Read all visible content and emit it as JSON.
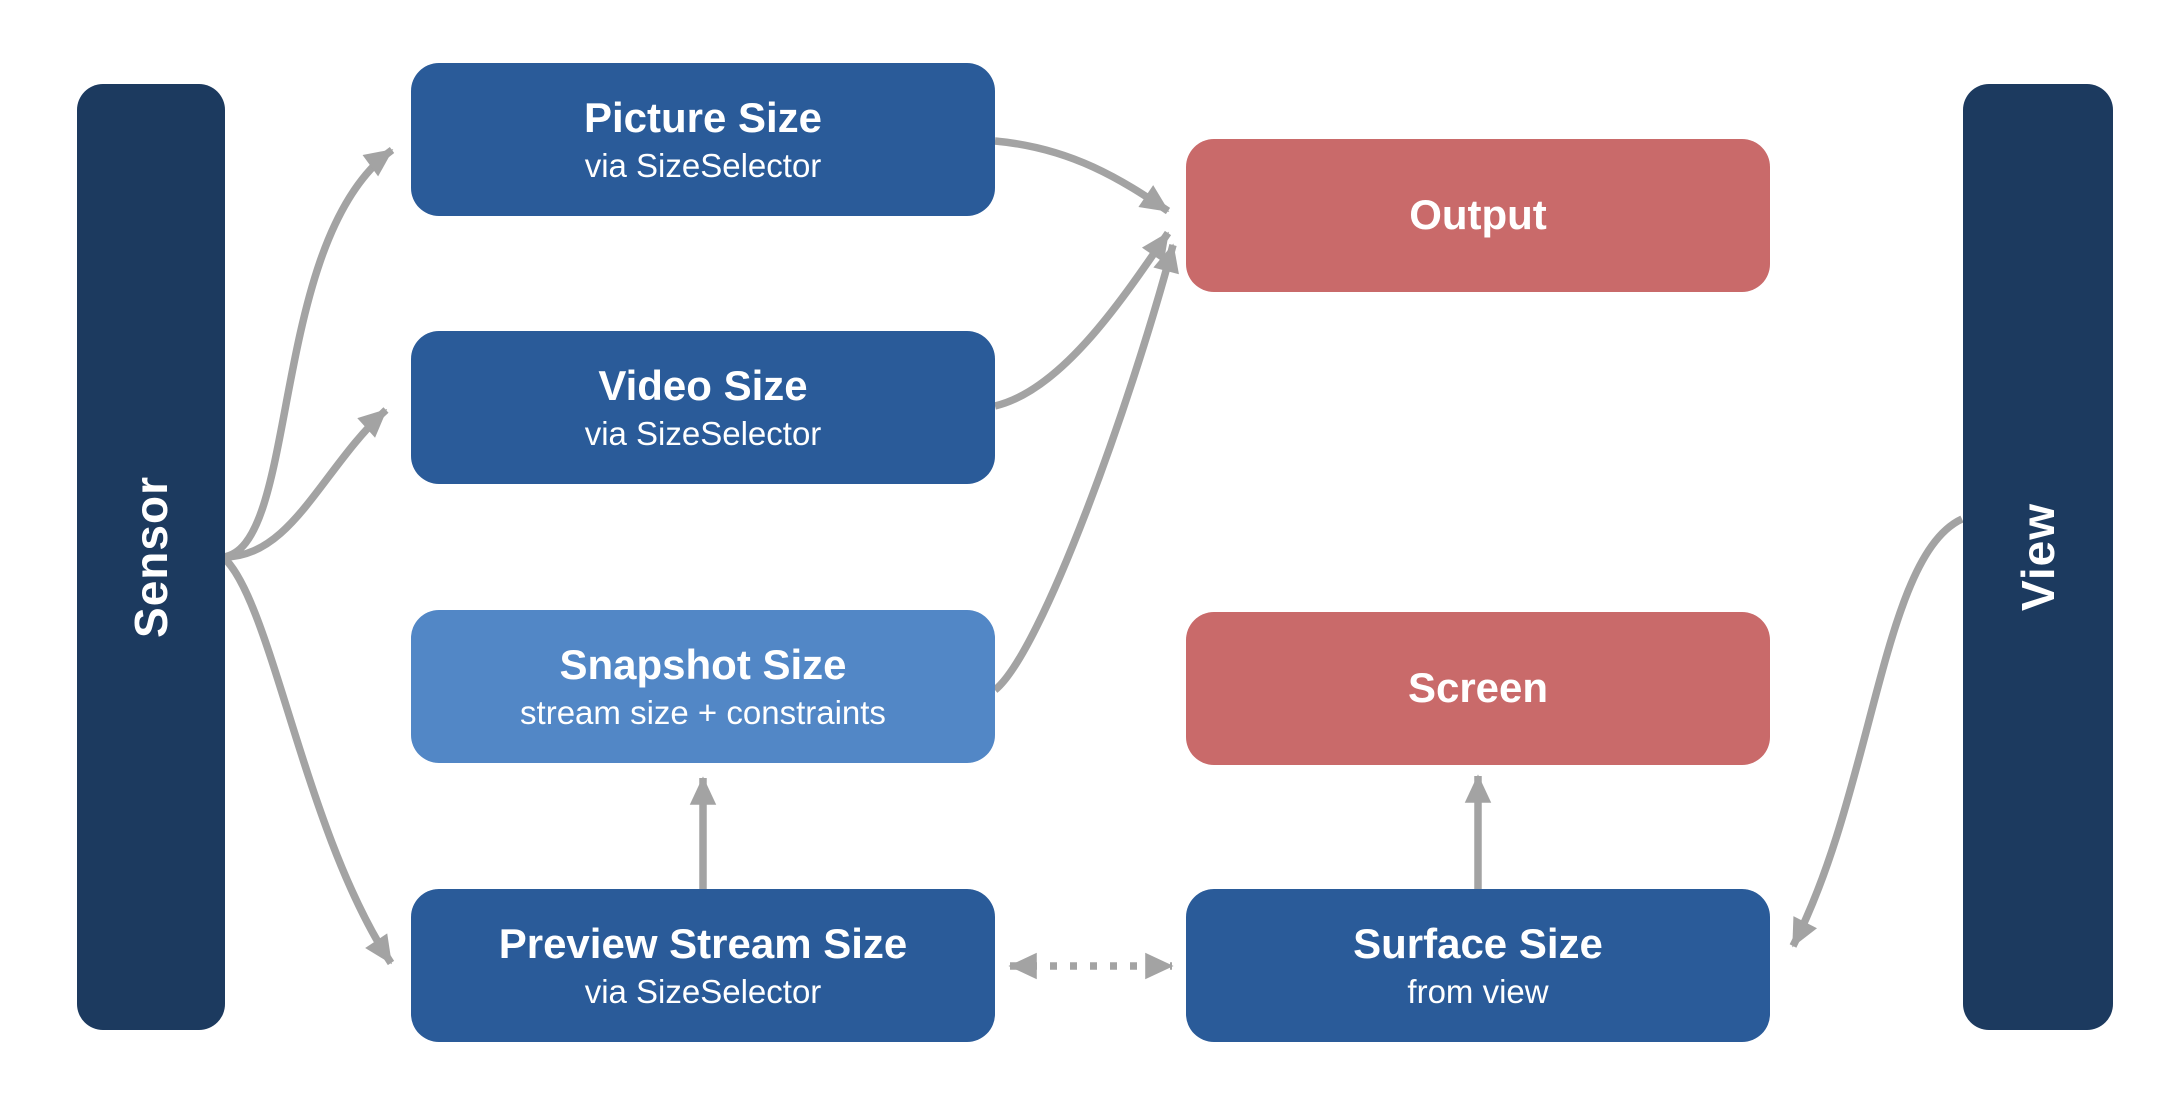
{
  "colors": {
    "dark_navy": "#1c3a5f",
    "blue": "#2a5b99",
    "light_blue": "#5287c6",
    "red": "#c96a6a",
    "arrow_gray": "#a3a3a3",
    "text_white": "#ffffff",
    "bg": "#ffffff"
  },
  "sidebars": {
    "sensor": {
      "label": "Sensor"
    },
    "view": {
      "label": "View"
    }
  },
  "nodes": {
    "picture": {
      "title": "Picture Size",
      "subtitle": "via SizeSelector"
    },
    "video": {
      "title": "Video Size",
      "subtitle": "via SizeSelector"
    },
    "snapshot": {
      "title": "Snapshot Size",
      "subtitle": "stream size + constraints"
    },
    "preview": {
      "title": "Preview Stream Size",
      "subtitle": "via SizeSelector"
    },
    "output": {
      "title": "Output"
    },
    "screen": {
      "title": "Screen"
    },
    "surface": {
      "title": "Surface Size",
      "subtitle": "from view"
    }
  },
  "edges": [
    {
      "from": "sensor",
      "to": "picture",
      "style": "solid-curved",
      "direction": "one-way"
    },
    {
      "from": "sensor",
      "to": "video",
      "style": "solid-curved",
      "direction": "one-way"
    },
    {
      "from": "sensor",
      "to": "preview",
      "style": "solid-curved",
      "direction": "one-way"
    },
    {
      "from": "picture",
      "to": "output",
      "style": "solid-curved",
      "direction": "one-way"
    },
    {
      "from": "video",
      "to": "output",
      "style": "solid-curved",
      "direction": "one-way"
    },
    {
      "from": "snapshot",
      "to": "output",
      "style": "solid-curved",
      "direction": "one-way"
    },
    {
      "from": "preview",
      "to": "snapshot",
      "style": "solid-straight",
      "direction": "one-way"
    },
    {
      "from": "surface",
      "to": "screen",
      "style": "solid-straight",
      "direction": "one-way"
    },
    {
      "from": "preview",
      "to": "surface",
      "style": "dotted-straight",
      "direction": "two-way"
    },
    {
      "from": "view",
      "to": "surface",
      "style": "solid-curved",
      "direction": "one-way"
    }
  ]
}
